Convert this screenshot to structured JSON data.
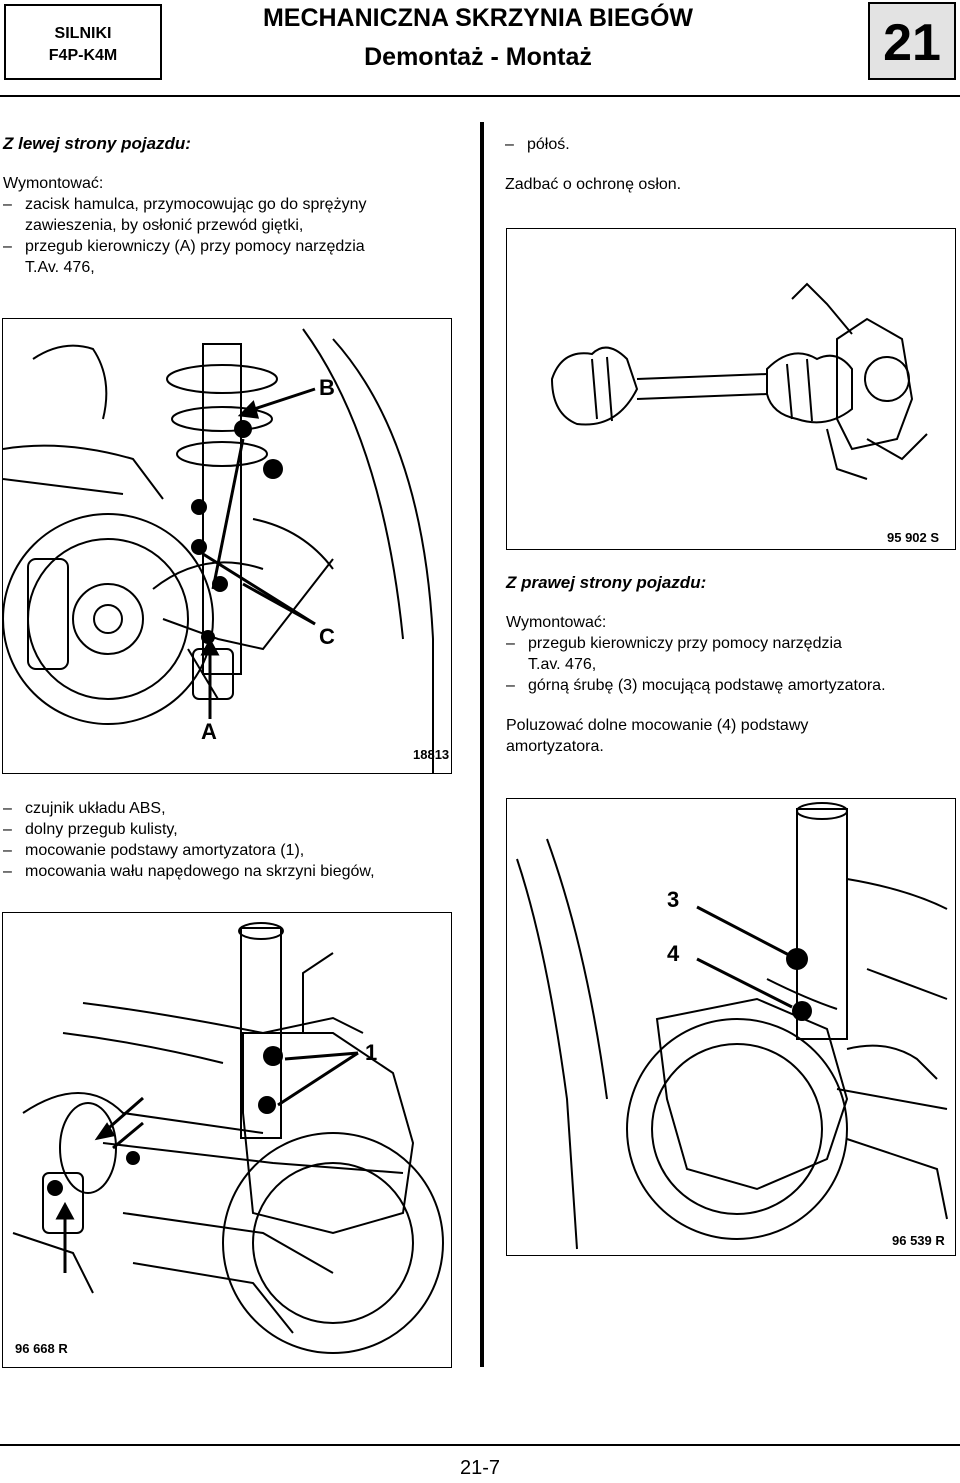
{
  "header": {
    "engine_line1": "SILNIKI",
    "engine_line2": "F4P-K4M",
    "title": "MECHANICZNA SKRZYNIA BIEGÓW",
    "subtitle": "Demontaż - Montaż",
    "section": "21"
  },
  "left": {
    "heading": "Z lewej strony pojazdu:",
    "remove": "Wymontować:",
    "items": [
      "zacisk hamulca, przymocowując go do sprężyny",
      "zawieszenia, by osłonić przewód giętki,",
      "przegub kierowniczy (A) przy pomocy narzędzia",
      "T.Av. 476,"
    ],
    "items2": [
      "czujnik układu ABS,",
      "dolny przegub kulisty,",
      "mocowanie podstawy amortyzatora (1),",
      "mocowania wału napędowego na skrzyni biegów,"
    ]
  },
  "right": {
    "item0": "półoś.",
    "note": "Zadbać o ochronę osłon.",
    "heading": "Z prawej strony pojazdu:",
    "remove": "Wymontować:",
    "items": [
      "przegub kierowniczy przy pomocy narzędzia",
      "T.av. 476,",
      "górną śrubę (3) mocującą podstawę amortyzatora."
    ],
    "loosen": "Poluzować dolne mocowanie (4) podstawy",
    "loosen2": "amortyzatora."
  },
  "figures": {
    "fig1_code": "18813",
    "fig1_labels": [
      "A",
      "B",
      "C"
    ],
    "fig2_code": "95 902 S",
    "fig3_code": "96 668 R",
    "fig3_labels": [
      "1"
    ],
    "fig4_code": "96 539 R",
    "fig4_labels": [
      "3",
      "4"
    ]
  },
  "footer": {
    "page": "21-7"
  }
}
